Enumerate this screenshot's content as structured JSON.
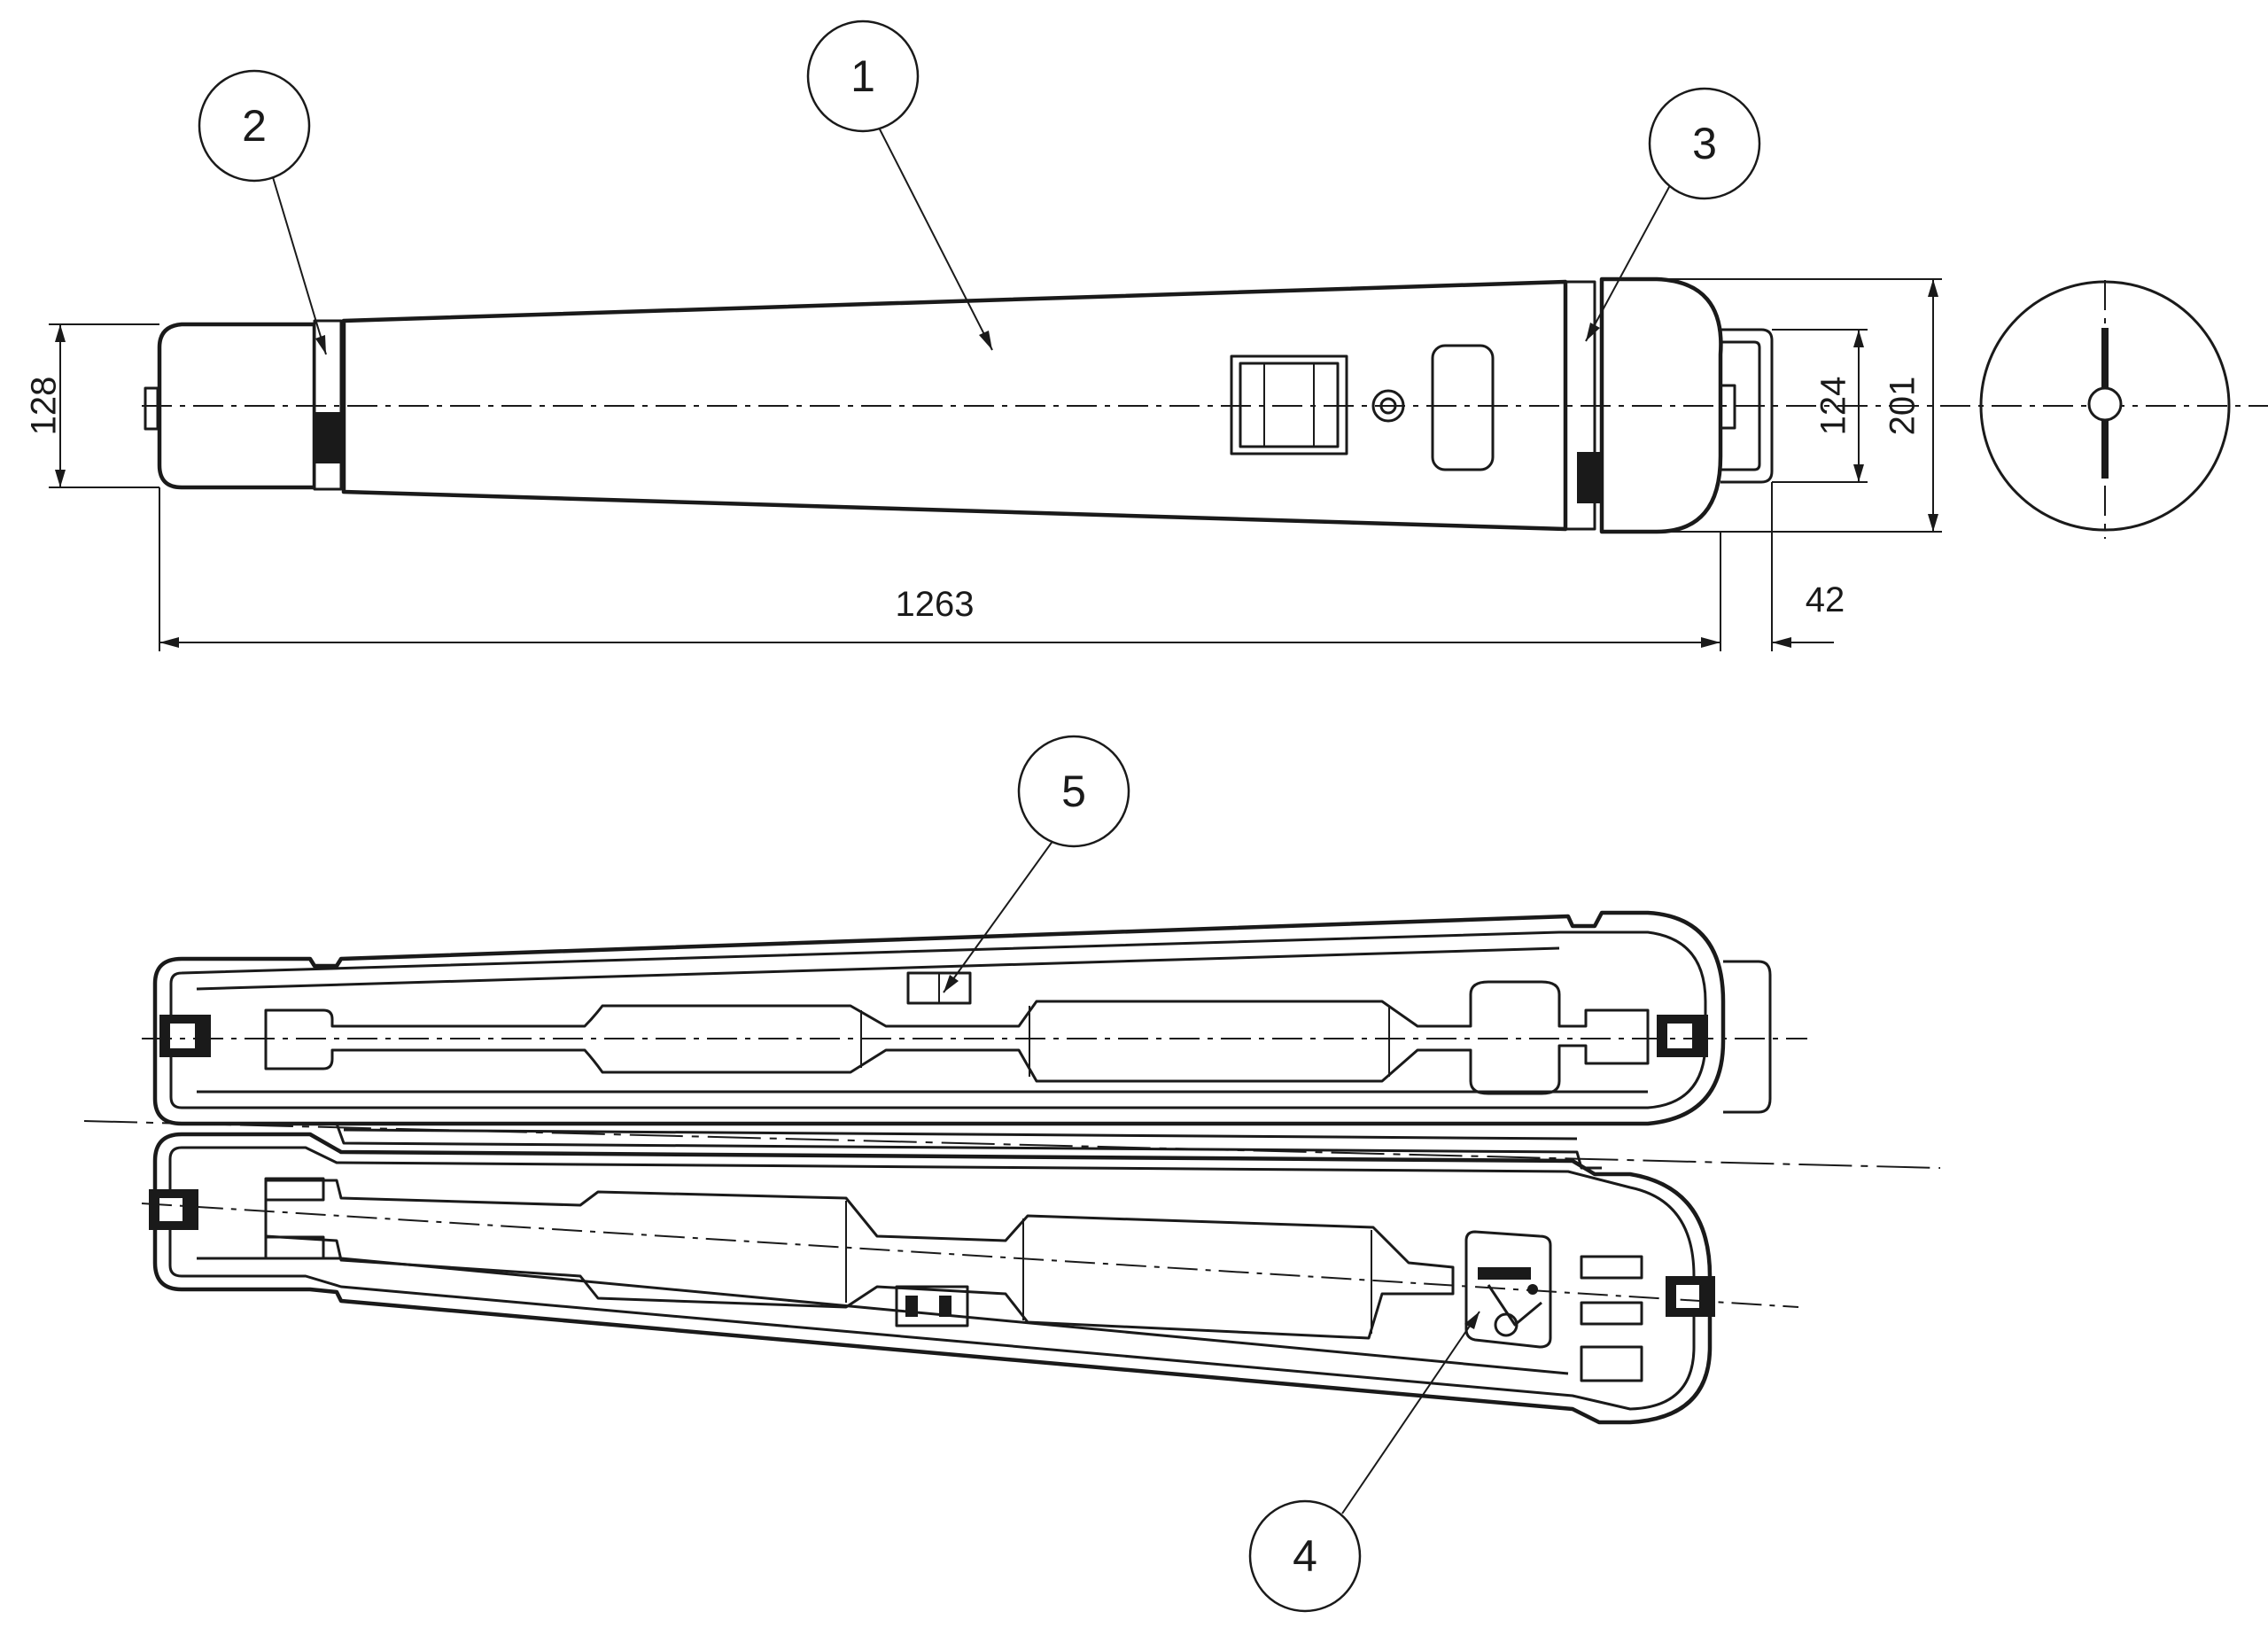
{
  "callouts": {
    "c1": "1",
    "c2": "2",
    "c3": "3",
    "c4": "4",
    "c5": "5"
  },
  "dimensions": {
    "overall_length": "1263",
    "handle_offset": "42",
    "left_cap_height": "128",
    "right_cap_inner_height": "124",
    "right_cap_height": "201"
  },
  "colors": {
    "line": "#1a1a1a",
    "background": "#ffffff"
  }
}
